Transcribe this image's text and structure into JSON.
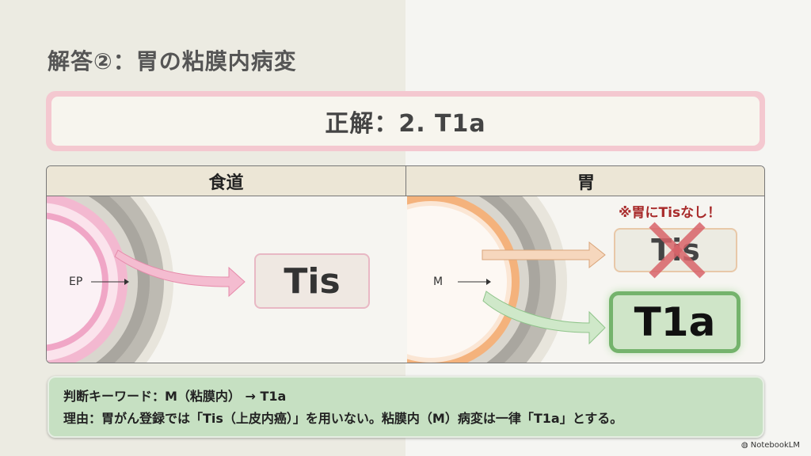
{
  "title": "解答②：胃の粘膜内病変",
  "answer": "正解：2. T1a",
  "panels": {
    "left": {
      "header": "食道",
      "layer_label": "EP",
      "result": "Tis"
    },
    "right": {
      "header": "胃",
      "layer_label": "M",
      "note": "※胃にTisなし！",
      "crossed": "Tis",
      "result": "T1a"
    }
  },
  "key": {
    "line1": "判断キーワード：M（粘膜内） → T1a",
    "line2": "理由：胃がん登録では「Tis（上皮内癌）」を用いない。粘膜内（M）病変は一律「T1a」とする。"
  },
  "brand": "NotebookLM",
  "colors": {
    "pink": "#f4c8d0",
    "green": "#c6e0c2",
    "orange": "#f2b27a",
    "red": "#d9646a"
  }
}
